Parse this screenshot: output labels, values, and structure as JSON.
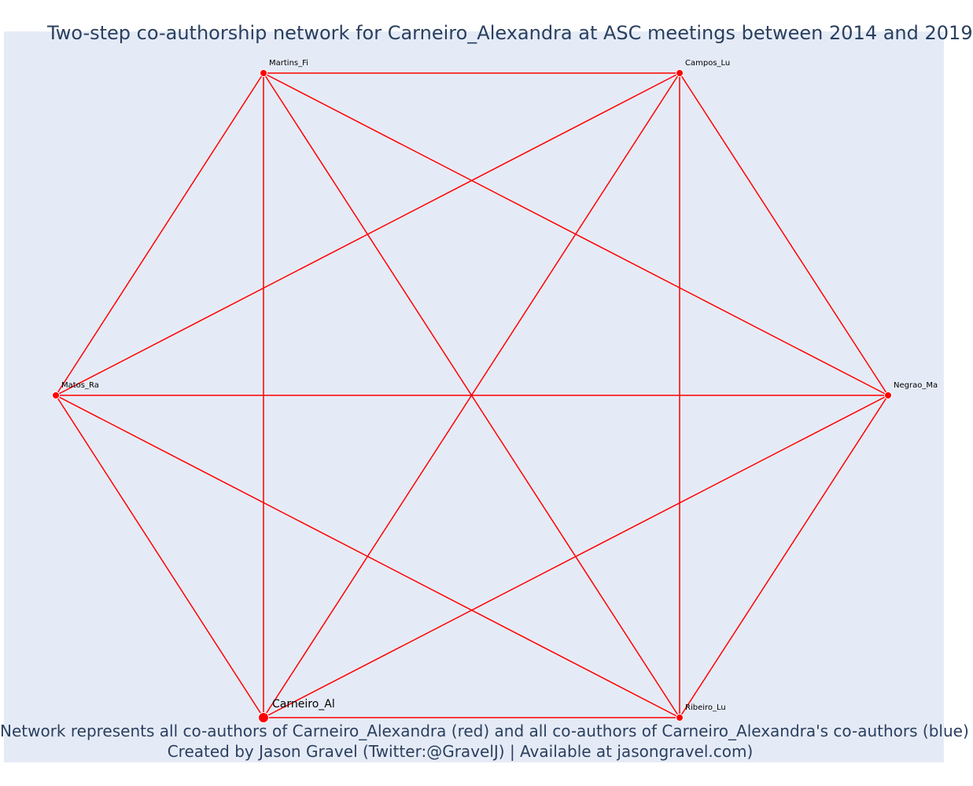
{
  "title": "Two-step co-authorship network for Carneiro_Alexandra at ASC meetings between 2014 and 2019",
  "captions": [
    "Network represents all co-authors of Carneiro_Alexandra (red) and all co-authors of Carneiro_Alexandra's co-authors (blue)",
    "Created by Jason Gravel (Twitter:@GravelJ) | Available at jasongravel.com)"
  ],
  "colors": {
    "edge": "#ff0000",
    "node": "#ff0000",
    "plot_background": "#e5ebf6",
    "title_text": "#2a3f5f"
  },
  "nodes": [
    {
      "id": "carneiro",
      "label": "Carneiro_Al",
      "focal": true
    },
    {
      "id": "ribeiro",
      "label": "Ribeiro_Lu",
      "focal": false
    },
    {
      "id": "negrao",
      "label": "Negrao_Ma",
      "focal": false
    },
    {
      "id": "campos",
      "label": "Campos_Lu",
      "focal": false
    },
    {
      "id": "martins",
      "label": "Martins_Fi",
      "focal": false
    },
    {
      "id": "matos",
      "label": "Matos_Ra",
      "focal": false
    }
  ],
  "edges": [
    [
      "carneiro",
      "ribeiro"
    ],
    [
      "carneiro",
      "negrao"
    ],
    [
      "carneiro",
      "campos"
    ],
    [
      "carneiro",
      "martins"
    ],
    [
      "carneiro",
      "matos"
    ],
    [
      "ribeiro",
      "negrao"
    ],
    [
      "ribeiro",
      "campos"
    ],
    [
      "ribeiro",
      "martins"
    ],
    [
      "ribeiro",
      "matos"
    ],
    [
      "negrao",
      "campos"
    ],
    [
      "negrao",
      "martins"
    ],
    [
      "negrao",
      "matos"
    ],
    [
      "campos",
      "martins"
    ],
    [
      "campos",
      "matos"
    ],
    [
      "martins",
      "matos"
    ]
  ]
}
